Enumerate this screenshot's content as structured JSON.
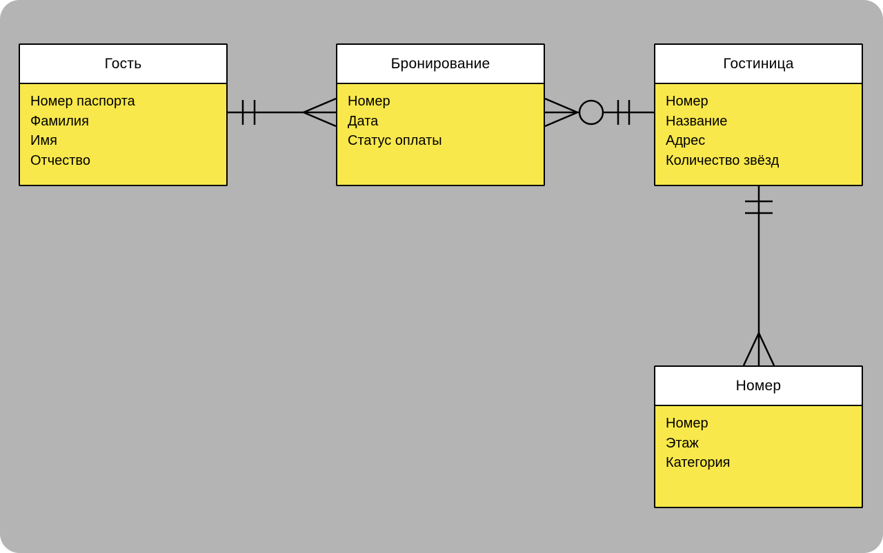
{
  "diagram": {
    "type": "entity-relationship",
    "colors": {
      "canvas": "#b4b4b4",
      "fill": "#f8e84b",
      "header": "#ffffff",
      "line": "#000000"
    },
    "entities": [
      {
        "id": "guest",
        "title": "Гость",
        "attributes": [
          "Номер паспорта",
          "Фамилия",
          "Имя",
          "Отчество"
        ]
      },
      {
        "id": "booking",
        "title": "Бронирование",
        "attributes": [
          "Номер",
          "Дата",
          "Статус оплаты"
        ]
      },
      {
        "id": "hotel",
        "title": "Гостиница",
        "attributes": [
          "Номер",
          "Название",
          "Адрес",
          "Количество звёзд"
        ]
      },
      {
        "id": "room",
        "title": "Номер",
        "attributes": [
          "Номер",
          "Этаж",
          "Категория"
        ]
      }
    ],
    "relations": [
      {
        "from": "guest",
        "to": "booking",
        "from_cardinality": "one-and-only-one",
        "to_cardinality": "many"
      },
      {
        "from": "booking",
        "to": "hotel",
        "from_cardinality": "zero-or-many",
        "to_cardinality": "one-and-only-one"
      },
      {
        "from": "hotel",
        "to": "room",
        "from_cardinality": "one-and-only-one",
        "to_cardinality": "many"
      }
    ]
  }
}
